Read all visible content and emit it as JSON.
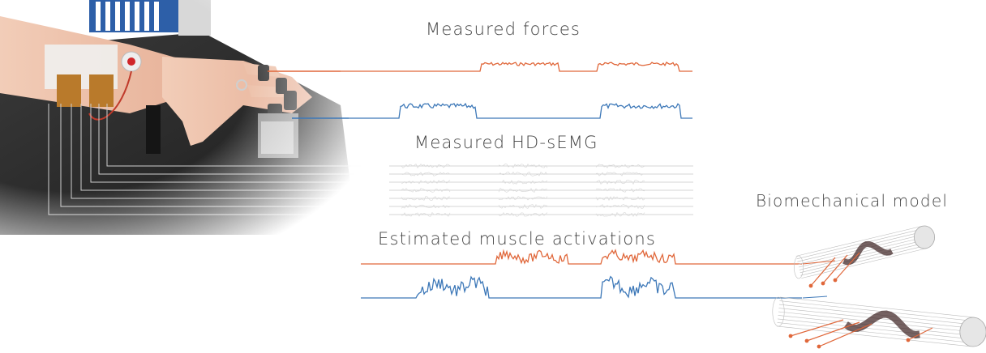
{
  "labels": {
    "forces": "Measured forces",
    "emg": "Measured HD-sEMG",
    "biomech": "Biomechanical model",
    "activations": "Estimated muscle activations"
  },
  "colors": {
    "force_orange": "#e0673a",
    "force_blue": "#3d78b8",
    "emg_gray": "#c8c8c8",
    "text": "#444444"
  },
  "photo": {
    "description_icon": "hand-on-force-sensor-rig-photo"
  },
  "signals": {
    "measured_forces": [
      {
        "name": "",
        "color": "orange",
        "levels": [
          0,
          1,
          0,
          1,
          0
        ],
        "active_segments": [
          [
            0.4,
            0.62
          ],
          [
            0.73,
            0.96
          ]
        ]
      },
      {
        "name": "",
        "color": "blue",
        "levels": [
          0,
          1,
          0,
          1,
          0
        ],
        "active_segments": [
          [
            0.15,
            0.37
          ],
          [
            0.73,
            0.96
          ]
        ]
      }
    ],
    "estimated_activations": [
      {
        "name": "",
        "color": "orange",
        "active_segments": [
          [
            0.4,
            0.62
          ],
          [
            0.73,
            0.96
          ]
        ]
      },
      {
        "name": "",
        "color": "blue",
        "active_segments": [
          [
            0.15,
            0.37
          ],
          [
            0.73,
            0.96
          ]
        ]
      }
    ]
  }
}
